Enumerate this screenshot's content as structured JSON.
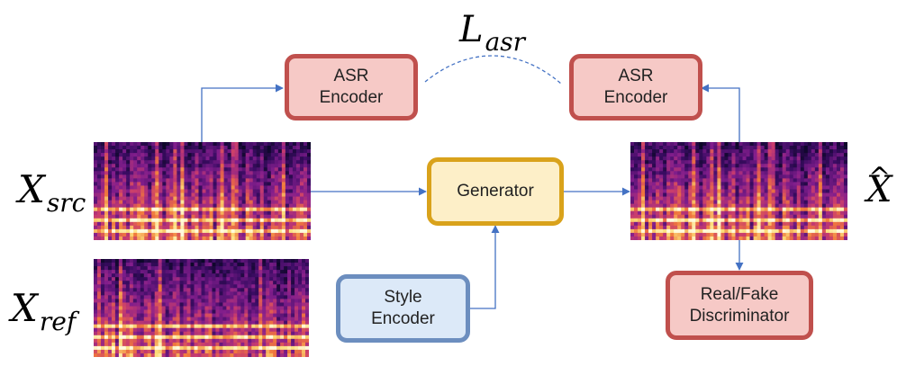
{
  "nodes": {
    "asr_left": {
      "line1": "ASR",
      "line2": "Encoder"
    },
    "asr_right": {
      "line1": "ASR",
      "line2": "Encoder"
    },
    "generator": {
      "label": "Generator"
    },
    "style_encoder": {
      "line1": "Style",
      "line2": "Encoder"
    },
    "discriminator": {
      "line1": "Real/Fake",
      "line2": "Discriminator"
    }
  },
  "math_labels": {
    "loss": {
      "base": "L",
      "sub": "asr"
    },
    "x_src": {
      "base": "X",
      "sub": "src"
    },
    "x_ref": {
      "base": "X",
      "sub": "ref"
    },
    "x_hat": {
      "base": "X",
      "accent": "^"
    }
  },
  "colors": {
    "pink_fill": "#f6c9c6",
    "pink_border": "#c0504d",
    "gen_fill": "#fdefc8",
    "gen_border": "#d9a21b",
    "style_fill": "#dce9f8",
    "style_border": "#6c8ebf",
    "arrow": "#4472c4"
  }
}
